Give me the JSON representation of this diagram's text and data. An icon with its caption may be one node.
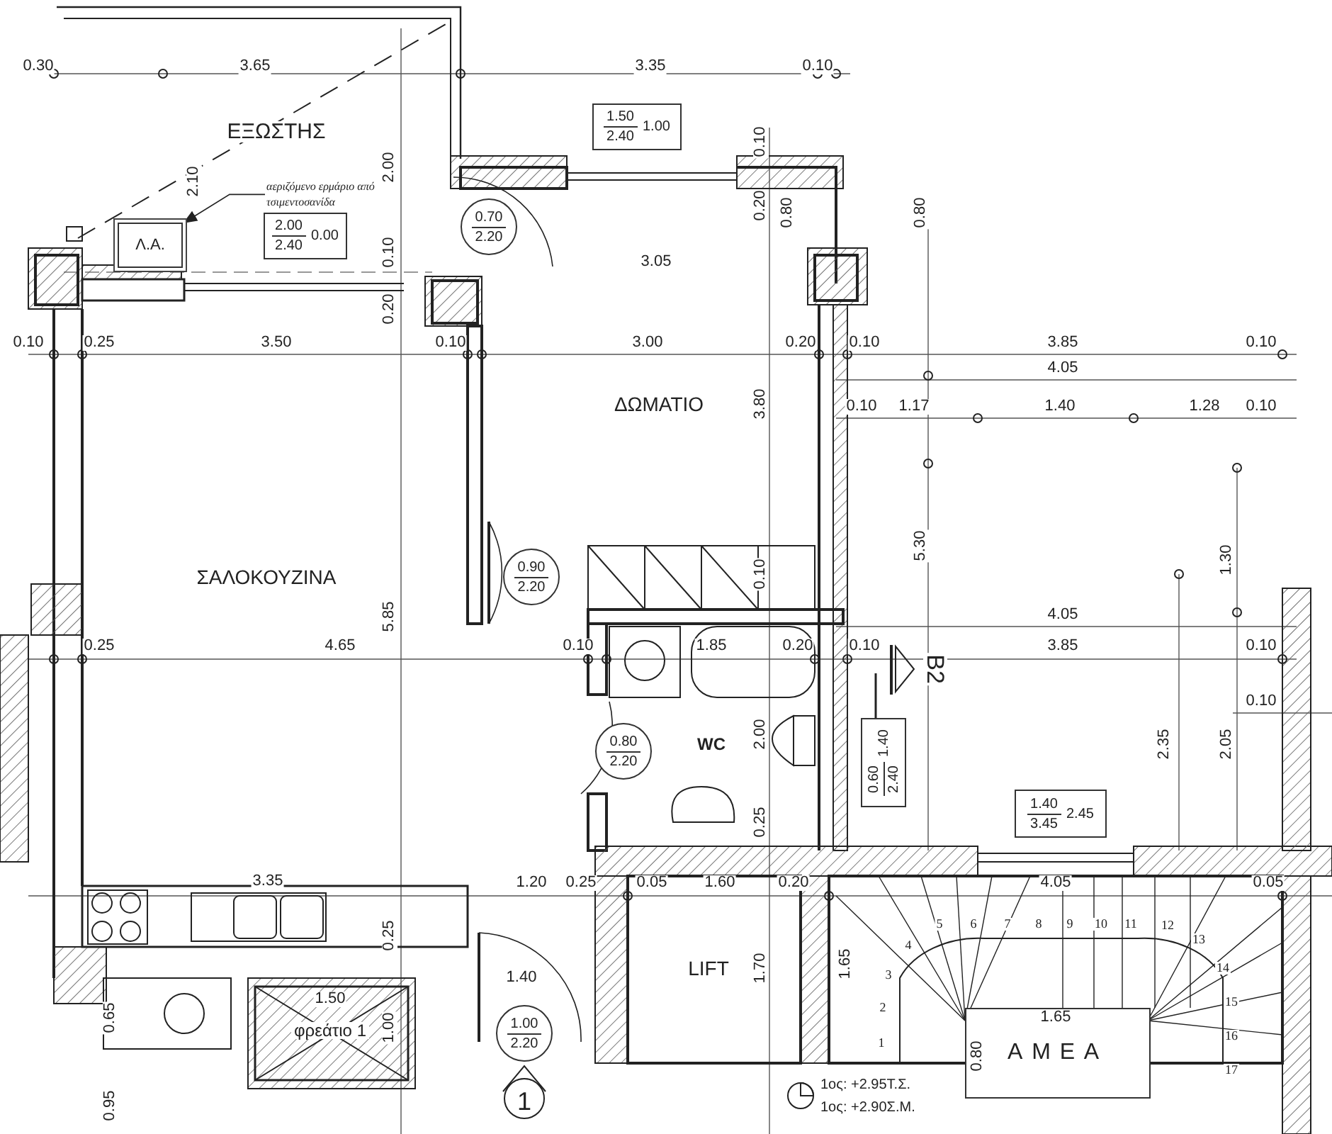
{
  "diagram": {
    "nodes": [
      {
        "text": [
          "ΕΞΩΣΤΗΣ"
        ]
      },
      {
        "text": [
          "αεριζόμενο ερμάριο από τσιμεντοσανίδα"
        ]
      },
      {
        "text": [
          "Λ.Α."
        ]
      },
      {
        "text": [
          "2.00",
          "2.40",
          "0.00"
        ]
      },
      {
        "text": [
          "1.50",
          "2.40",
          "1.00"
        ]
      },
      {
        "text": [
          "0.70",
          "2.20"
        ]
      },
      {
        "text": [
          "ΔΩΜΑΤΙΟ"
        ]
      },
      {
        "text": [
          "ΣΑΛΟΚΟΥΖΙΝΑ"
        ]
      },
      {
        "text": [
          "0.90",
          "2.20"
        ]
      },
      {
        "text": [
          "0.80",
          "2.20"
        ]
      },
      {
        "text": [
          "WC"
        ]
      },
      {
        "text": [
          "0.60",
          "2.40",
          "1.40"
        ]
      },
      {
        "text": [
          "1.40",
          "3.45",
          "2.45"
        ]
      },
      {
        "text": [
          "LIFT"
        ]
      },
      {
        "text": [
          "φρεάτιο 1"
        ]
      },
      {
        "text": [
          "1.00",
          "2.20"
        ]
      },
      {
        "text": [
          "ΑΜΕΑ"
        ]
      }
    ],
    "edges": [
      {
        "from": 1,
        "to": 2,
        "arrow": "to"
      }
    ],
    "labels": [
      "0.30",
      "3.65",
      "3.35",
      "0.10",
      "2.10",
      "2.00",
      "0.10",
      "0.20",
      "0.10",
      "0.20",
      "0.80",
      "0.80",
      "3.05",
      "0.10",
      "0.25",
      "3.50",
      "0.10",
      "3.00",
      "0.20",
      "0.10",
      "3.85",
      "0.10",
      "4.05",
      "0.10",
      "1.17",
      "1.40",
      "1.28",
      "0.10",
      "3.80",
      "5.30",
      "1.30",
      "5.85",
      "0.10",
      "0.25",
      "4.65",
      "0.10",
      "1.85",
      "0.20",
      "4.05",
      "0.10",
      "3.85",
      "0.10",
      "0.10",
      "2.00",
      "2.35",
      "2.05",
      "0.25",
      "B2",
      "3.35",
      "1.20",
      "0.25",
      "0.05",
      "1.60",
      "0.20",
      "4.05",
      "0.05",
      "0.25",
      "1.70",
      "1.65",
      "1.40",
      "0.65",
      "1.50",
      "1.00",
      "1.65",
      "0.80",
      "0.95",
      "1",
      "1",
      "2",
      "3",
      "4",
      "5",
      "6",
      "7",
      "8",
      "9",
      "10",
      "11",
      "12",
      "13",
      "14",
      "15",
      "16",
      "17",
      "1ος: +2.95Τ.Σ.",
      "1ος: +2.90Σ.Μ."
    ]
  }
}
